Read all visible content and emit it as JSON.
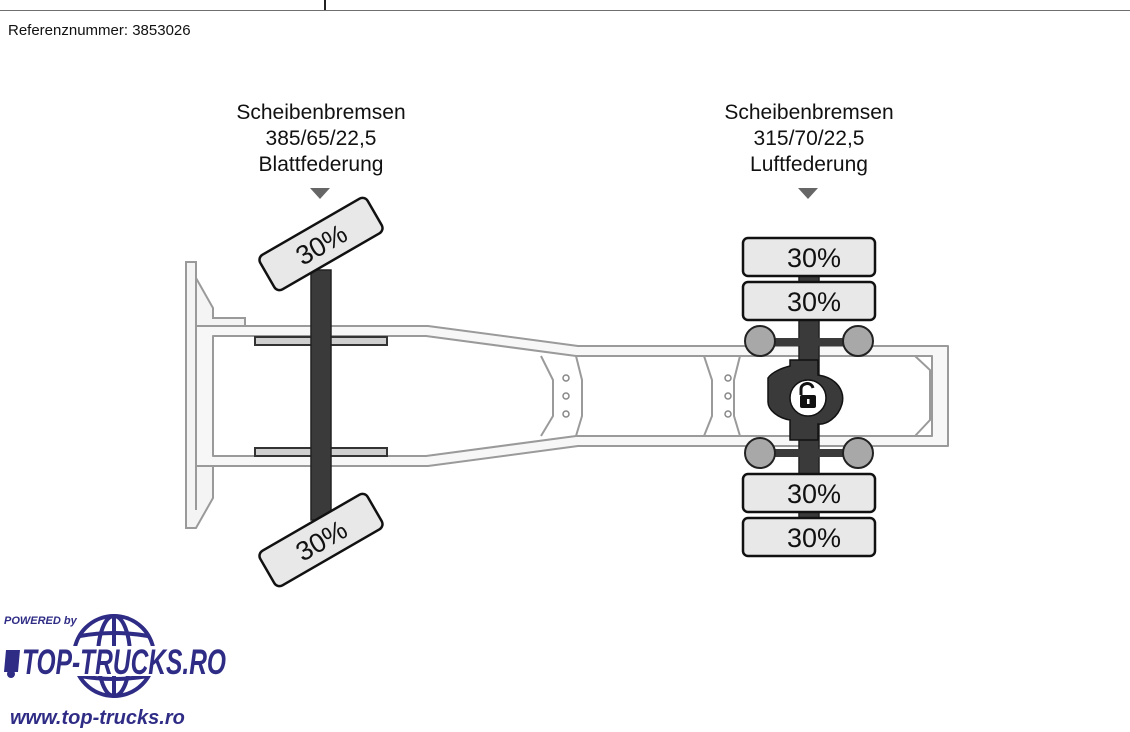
{
  "header": {
    "reference": "Referenznummer: 3853026"
  },
  "axles": [
    {
      "brakes": "Scheibenbremsen",
      "tire_size": "385/65/22,5",
      "suspension": "Blattfederung",
      "tires": [
        "30%",
        "30%"
      ]
    },
    {
      "brakes": "Scheibenbremsen",
      "tire_size": "315/70/22,5",
      "suspension": "Luftfederung",
      "tires": [
        "30%",
        "30%",
        "30%",
        "30%"
      ]
    }
  ],
  "differential": {
    "lock_icon": "unlocked-padlock-icon"
  },
  "logo": {
    "powered_by": "POWERED by",
    "wordmark": "TOP-TRUCKS.RO",
    "url": "www.top-trucks.ro",
    "brand_color": "#2f2c86"
  },
  "colors": {
    "frame_outline": "#9a9a9a",
    "frame_fill": "#f4f4f4",
    "axle": "#3a3a3a",
    "tire_fill": "#e8e8e8",
    "marker": "#666666"
  }
}
